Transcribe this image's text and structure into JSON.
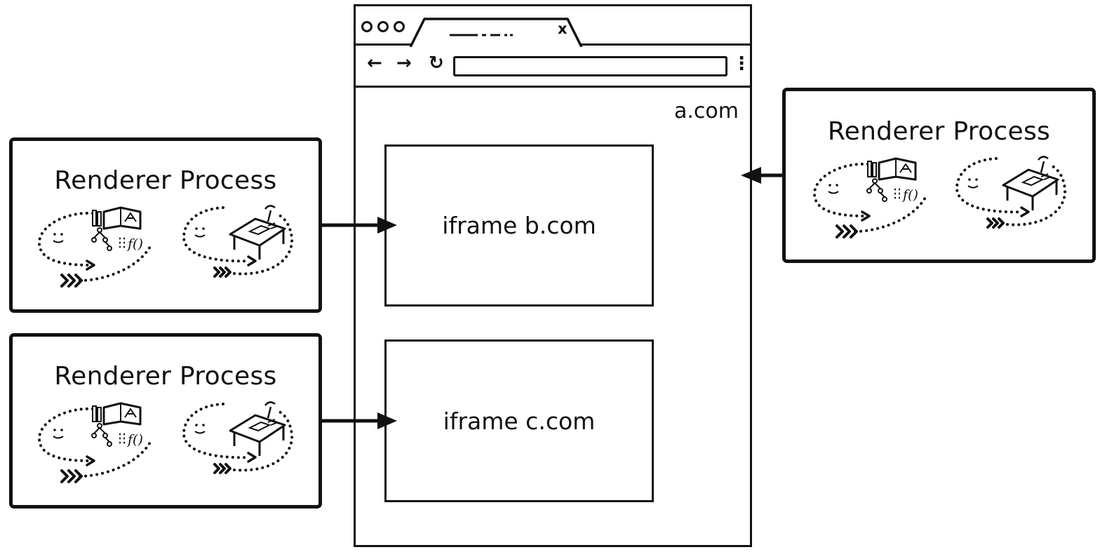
{
  "browser": {
    "tab_close": "x",
    "nav": {
      "back_glyph": "←",
      "forward_glyph": "→",
      "reload_glyph": "↻",
      "menu_glyph": "⋮"
    },
    "site": "a.com",
    "iframes": [
      {
        "label": "iframe b.com"
      },
      {
        "label": "iframe c.com"
      }
    ]
  },
  "processes": [
    {
      "title": "Renderer Process",
      "target": "iframe b.com"
    },
    {
      "title": "Renderer Process",
      "target": "iframe c.com"
    },
    {
      "title": "Renderer Process",
      "target": "a.com"
    }
  ],
  "icons": {
    "process_left": "main-thread-icon",
    "process_right": "compositor-thread-icon"
  },
  "colors": {
    "stroke": "#111111",
    "background": "#ffffff"
  }
}
